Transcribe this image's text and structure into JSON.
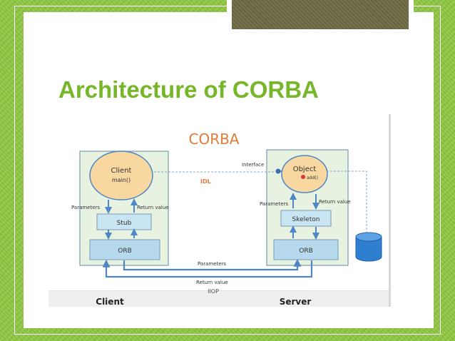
{
  "slide": {
    "title": "Architecture of CORBA"
  },
  "diagram": {
    "heading": "CORBA",
    "client_box": {
      "node_title": "Client",
      "node_sub": "main()",
      "params_label": "Parameters",
      "return_label": "Return value",
      "stub_label": "Stub",
      "orb_label": "ORB",
      "footer_label": "Client"
    },
    "server_box": {
      "node_title": "Object",
      "node_sub": "add()",
      "interface_label": "Interface",
      "params_label": "Parameters",
      "return_label": "Return value",
      "skeleton_label": "Skeleton",
      "orb_label": "ORB",
      "footer_label": "Server"
    },
    "idl_label": "IDL",
    "bus": {
      "params_label": "Parameters",
      "return_label": "Return value",
      "protocol_label": "IIOP"
    },
    "colors": {
      "title_green": "#76b72a",
      "heading_orange": "#e07b39",
      "node_fill": "#f9d7a1",
      "box_fill": "#c9e4f2",
      "orb_fill": "#b7d9ee",
      "frame_fill": "#e8f2e0",
      "arrow_blue": "#4f86c6",
      "db_blue": "#2f7fd0"
    },
    "icons": [
      "database-icon",
      "interface-dot-icon"
    ]
  }
}
